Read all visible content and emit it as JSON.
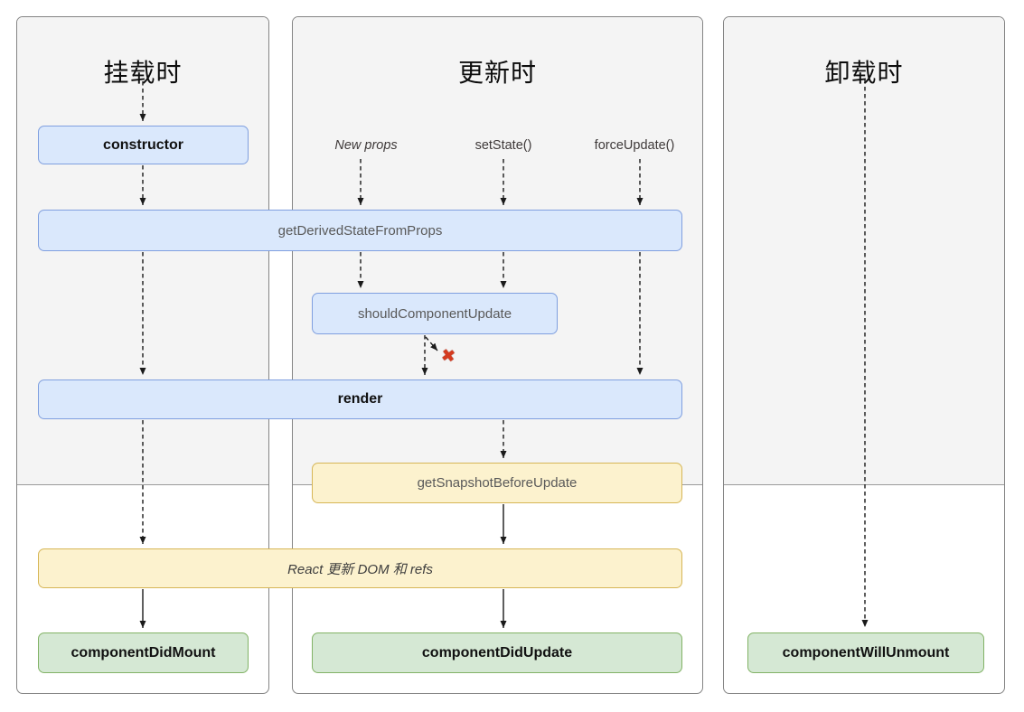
{
  "panels": [
    {
      "title": "挂载时"
    },
    {
      "title": "更新时"
    },
    {
      "title": "卸载时"
    }
  ],
  "triggers": {
    "new_props": "New props",
    "set_state": "setState()",
    "force_update": "forceUpdate()"
  },
  "boxes": {
    "constructor": "constructor",
    "get_derived_state_from_props": "getDerivedStateFromProps",
    "should_component_update": "shouldComponentUpdate",
    "render": "render",
    "get_snapshot_before_update": "getSnapshotBeforeUpdate",
    "react_updates": "React 更新 DOM 和 refs",
    "component_did_mount": "componentDidMount",
    "component_did_update": "componentDidUpdate",
    "component_will_unmount": "componentWillUnmount"
  },
  "icons": {
    "cancel_x": "✖"
  },
  "colors": {
    "blue_fill": "#dae8fc",
    "blue_border": "#7f9fdf",
    "yellow_fill": "#fcf2ce",
    "yellow_border": "#d6b656",
    "green_fill": "#d5e8d4",
    "green_border": "#82b366",
    "panel_top_bg": "#f4f4f4",
    "panel_border": "#848484",
    "arrow": "#1a1a1a",
    "x_mark": "#d43a1f"
  }
}
